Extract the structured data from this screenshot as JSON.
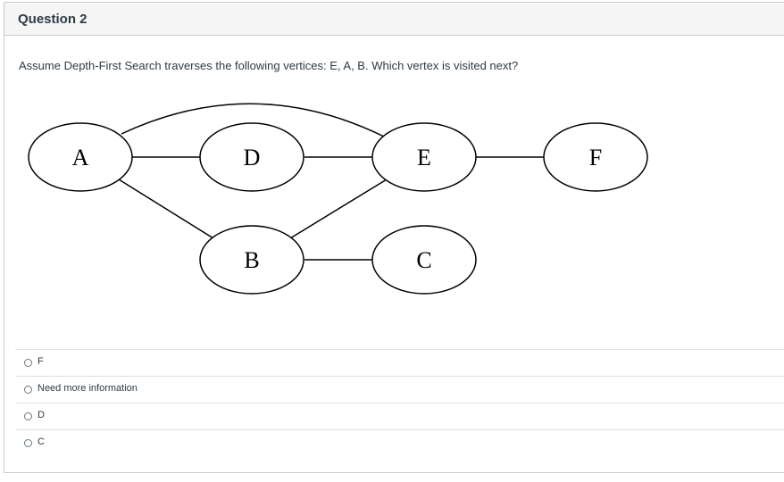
{
  "question": {
    "title": "Question 2",
    "text": "Assume Depth-First Search traverses the following vertices: E, A, B. Which vertex is visited next?"
  },
  "graph": {
    "nodes": [
      {
        "id": "A",
        "label": "A"
      },
      {
        "id": "D",
        "label": "D"
      },
      {
        "id": "E",
        "label": "E"
      },
      {
        "id": "F",
        "label": "F"
      },
      {
        "id": "B",
        "label": "B"
      },
      {
        "id": "C",
        "label": "C"
      }
    ],
    "edges": [
      [
        "A",
        "D"
      ],
      [
        "D",
        "E"
      ],
      [
        "E",
        "F"
      ],
      [
        "A",
        "E"
      ],
      [
        "A",
        "B"
      ],
      [
        "B",
        "E"
      ],
      [
        "B",
        "C"
      ]
    ]
  },
  "answers": [
    {
      "label": "F"
    },
    {
      "label": "Need more information"
    },
    {
      "label": "D"
    },
    {
      "label": "C"
    }
  ]
}
